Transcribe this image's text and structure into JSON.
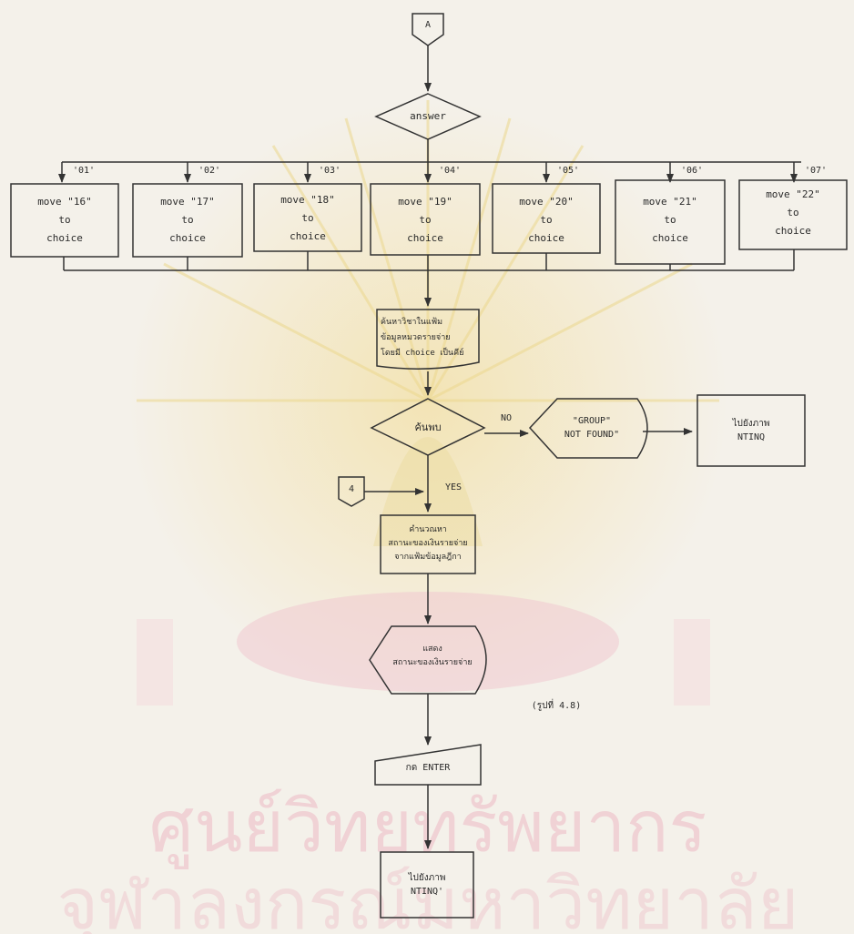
{
  "connector_top": "A",
  "connector_mid": "4",
  "decision_answer": "answer",
  "branches": [
    {
      "code": "'01'",
      "line1": "move \"16\"",
      "line2": "to",
      "line3": "choice"
    },
    {
      "code": "'02'",
      "line1": "move \"17\"",
      "line2": "to",
      "line3": "choice"
    },
    {
      "code": "'03'",
      "line1": "move \"18\"",
      "line2": "to",
      "line3": "choice"
    },
    {
      "code": "'04'",
      "line1": "move \"19\"",
      "line2": "to",
      "line3": "choice"
    },
    {
      "code": "'05'",
      "line1": "move \"20\"",
      "line2": "to",
      "line3": "choice"
    },
    {
      "code": "'06'",
      "line1": "move \"21\"",
      "line2": "to",
      "line3": "choice"
    },
    {
      "code": "'07'",
      "line1": "move \"22\"",
      "line2": "to",
      "line3": "choice"
    }
  ],
  "search_step": [
    "ค้นหาวิชาในแฟ้ม",
    "ข้อมูลหมวดรายจ่าย",
    "โดยมี choice เป็นคีย์"
  ],
  "decision_found": "ค้นพบ",
  "label_no": "NO",
  "label_yes": "YES",
  "not_found_display": [
    "\"GROUP\"",
    "NOT FOUND\""
  ],
  "goto_ntinq_1": [
    "ไปยังภาพ",
    "NTINQ"
  ],
  "calc_step": [
    "คำนวณหา",
    "สถานะของเงินรายจ่าย",
    "จากแฟ้มข้อมูลฎีกา"
  ],
  "display_step": [
    "แสดง",
    "สถานะของเงินรายจ่าย"
  ],
  "figure_ref": "(รูปที่ 4.8)",
  "input_step": "กด ENTER",
  "goto_ntinq_2": [
    "ไปยังภาพ",
    "NTINQ'"
  ],
  "watermark_text": "ศูนย์วิทยทรัพยากร"
}
